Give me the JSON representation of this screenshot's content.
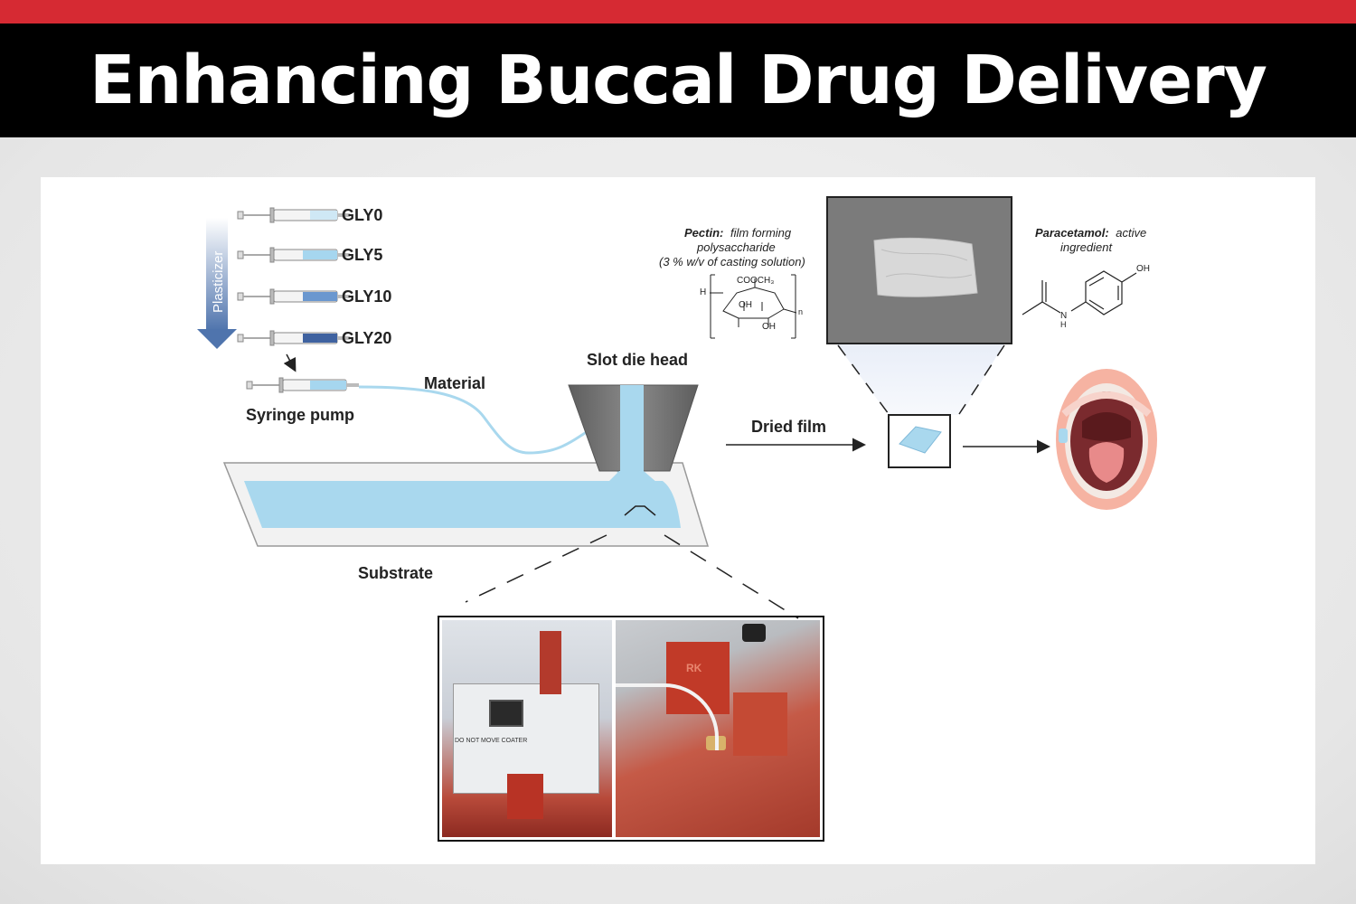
{
  "header": {
    "title": "Enhancing Buccal Drug Delivery",
    "accent_color": "#d62a33"
  },
  "figure": {
    "plasticizer_label": "Plasticizer",
    "syringes": [
      "GLY0",
      "GLY5",
      "GLY10",
      "GLY20"
    ],
    "syringe_pump_label": "Syringe pump",
    "material_label": "Material",
    "slot_die_label": "Slot die head",
    "substrate_label": "Substrate",
    "dried_film_label": "Dried film",
    "pectin": {
      "name": "Pectin:",
      "desc_line1": "film forming",
      "desc_line2": "polysaccharide",
      "desc_line3": "(3 % w/v of casting solution)",
      "struct_cooch3": "COOCH₃",
      "struct_oh1": "OH",
      "struct_oh2": "OH",
      "struct_h": "H",
      "struct_n": "n"
    },
    "paracetamol": {
      "name": "Paracetamol:",
      "desc_line1": "active",
      "desc_line2": "ingredient",
      "oh": "OH",
      "nh_n": "N",
      "nh_h": "H"
    },
    "photo_panel_text": {
      "panel_sticker": "DO NOT MOVE COATER",
      "brand": "RK"
    },
    "colors": {
      "film_blue": "#a9d8ee",
      "die_gray": "#707070",
      "plasticizer_arrow": "#5b7fb5"
    }
  }
}
